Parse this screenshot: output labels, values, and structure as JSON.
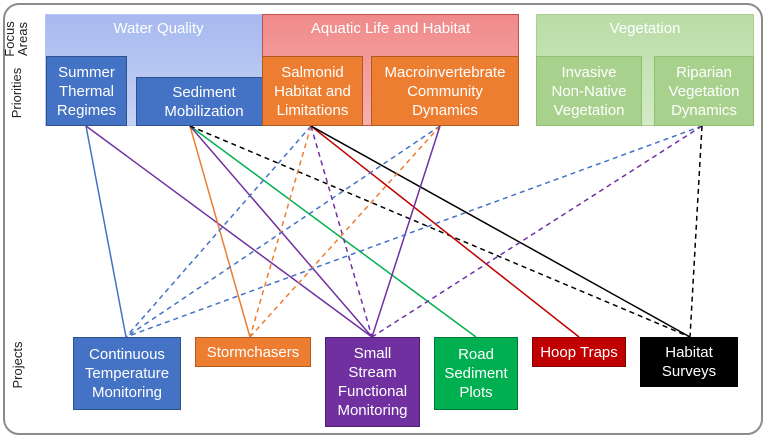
{
  "labels": {
    "focus_areas": "Focus\nAreas",
    "priorities": "Priorities",
    "projects": "Projects"
  },
  "focus_areas": {
    "water_quality": "Water Quality",
    "aquatic_life": "Aquatic Life and Habitat",
    "vegetation": "Vegetation"
  },
  "priorities": {
    "summer_thermal": "Summer\nThermal\nRegimes",
    "sediment_mobilization": "Sediment\nMobilization",
    "salmonid": "Salmonid\nHabitat and\nLimitations",
    "macroinvertebrate": "Macroinvertebrate\nCommunity\nDynamics",
    "invasive": "Invasive\nNon-Native\nVegetation",
    "riparian": "Riparian\nVegetation\nDynamics"
  },
  "projects": {
    "continuous_temp": "Continuous\nTemperature\nMonitoring",
    "stormchasers": "Stormchasers",
    "small_stream": "Small\nStream\nFunctional\nMonitoring",
    "road_sediment": "Road\nSediment\nPlots",
    "hoop_traps": "Hoop Traps",
    "habitat_surveys": "Habitat\nSurveys"
  },
  "colors": {
    "blue": "#4472c4",
    "orange": "#ed7d31",
    "purple": "#7030a0",
    "green": "#00b050",
    "red": "#c00000",
    "black": "#000000",
    "light_green": "#a9d18e"
  },
  "links": [
    {
      "from": "summer_thermal",
      "to": "continuous_temp",
      "color": "blue",
      "style": "solid"
    },
    {
      "from": "summer_thermal",
      "to": "small_stream",
      "color": "purple",
      "style": "solid"
    },
    {
      "from": "sediment_mobilization",
      "to": "stormchasers",
      "color": "orange",
      "style": "solid"
    },
    {
      "from": "sediment_mobilization",
      "to": "road_sediment",
      "color": "green",
      "style": "solid"
    },
    {
      "from": "sediment_mobilization",
      "to": "small_stream",
      "color": "purple",
      "style": "solid"
    },
    {
      "from": "sediment_mobilization",
      "to": "habitat_surveys",
      "color": "black",
      "style": "dashed"
    },
    {
      "from": "salmonid",
      "to": "continuous_temp",
      "color": "blue",
      "style": "dashed"
    },
    {
      "from": "salmonid",
      "to": "stormchasers",
      "color": "orange",
      "style": "dashed"
    },
    {
      "from": "salmonid",
      "to": "small_stream",
      "color": "purple",
      "style": "dashed"
    },
    {
      "from": "salmonid",
      "to": "hoop_traps",
      "color": "red",
      "style": "solid"
    },
    {
      "from": "salmonid",
      "to": "habitat_surveys",
      "color": "black",
      "style": "solid"
    },
    {
      "from": "macroinvertebrate",
      "to": "continuous_temp",
      "color": "blue",
      "style": "dashed"
    },
    {
      "from": "macroinvertebrate",
      "to": "stormchasers",
      "color": "orange",
      "style": "dashed"
    },
    {
      "from": "macroinvertebrate",
      "to": "small_stream",
      "color": "purple",
      "style": "solid"
    },
    {
      "from": "riparian",
      "to": "continuous_temp",
      "color": "blue",
      "style": "dashed"
    },
    {
      "from": "riparian",
      "to": "small_stream",
      "color": "purple",
      "style": "dashed"
    },
    {
      "from": "riparian",
      "to": "habitat_surveys",
      "color": "black",
      "style": "dashed"
    }
  ]
}
